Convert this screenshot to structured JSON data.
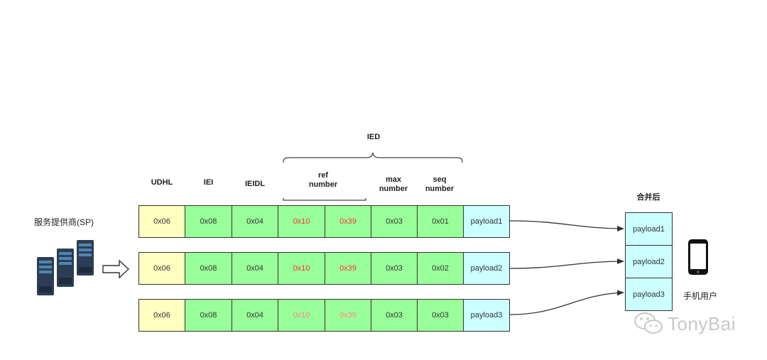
{
  "headers": {
    "ied": "IED",
    "udhl": "UDHL",
    "iei": "IEI",
    "ieidl": "IEIDL",
    "ref_number": "ref\nnumber",
    "max_number": "max\nnumber",
    "seq_number": "seq\nnumber",
    "merged": "合并后"
  },
  "labels": {
    "sp": "服务提供商(SP)",
    "phone_user": "手机用户",
    "watermark": "TonyBai"
  },
  "rows": [
    {
      "udhl": "0x06",
      "iei": "0x08",
      "ieidl": "0x04",
      "ref1": "0x10",
      "ref2": "0x39",
      "max": "0x03",
      "seq": "0x01",
      "payload": "payload1"
    },
    {
      "udhl": "0x06",
      "iei": "0x08",
      "ieidl": "0x04",
      "ref1": "0x10",
      "ref2": "0x39",
      "max": "0x03",
      "seq": "0x02",
      "payload": "payload2"
    },
    {
      "udhl": "0x06",
      "iei": "0x08",
      "ieidl": "0x04",
      "ref1": "0x10",
      "ref2": "0x39",
      "max": "0x03",
      "seq": "0x03",
      "payload": "payload3"
    }
  ],
  "merged_payloads": [
    "payload1",
    "payload2",
    "payload3"
  ],
  "colors": {
    "udhl": "#ffffc0",
    "green": "#99ff99",
    "payload": "#ccffff",
    "ref_text": "#ff3333",
    "ref_text_faded": "#ff8888",
    "border": "#333333"
  },
  "icons": {
    "servers": "server-rack-icon",
    "arrow": "hollow-right-arrow-icon",
    "phone": "mobile-phone-icon",
    "wechat": "wechat-logo-icon"
  }
}
